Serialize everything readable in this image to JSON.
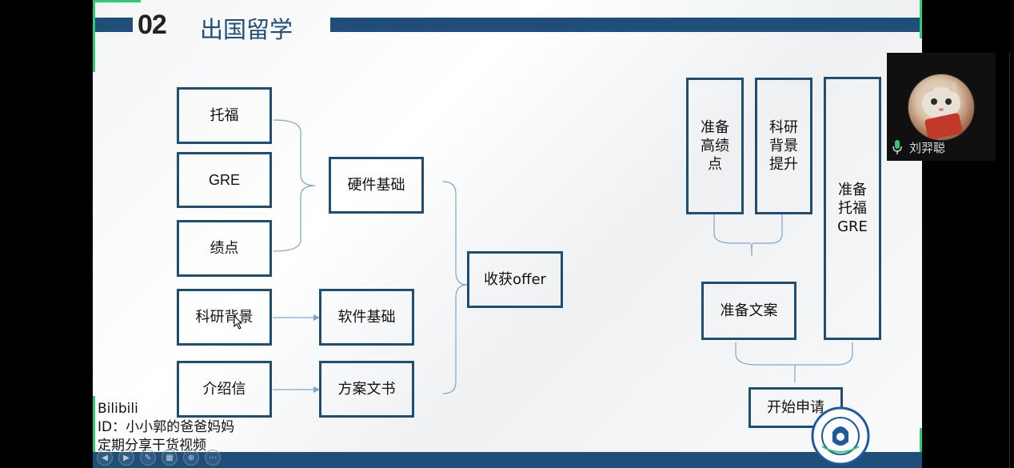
{
  "slide": {
    "number": "02",
    "title": "出国留学",
    "accent_color": "#1f4e79",
    "frame_color": "#2ecc71"
  },
  "left_diagram": {
    "items": [
      "托福",
      "GRE",
      "绩点",
      "科研背景",
      "介绍信"
    ],
    "hardware_label": "硬件基础",
    "software_label": "软件基础",
    "plan_label": "方案文书",
    "result_label": "收获offer"
  },
  "right_diagram": {
    "gpa_box": "准备\n高绩\n点",
    "research_box": "科研\n背景\n提升",
    "test_box": "准备\n托福\nGRE",
    "documents_box": "准备文案",
    "apply_box": "开始申请"
  },
  "watermark": {
    "line1": "Bilibili",
    "line2": "ID：小小郭的爸爸妈妈",
    "line3": "定期分享干货视频"
  },
  "presenter": {
    "name": "刘羿聪",
    "mic_icon": "microphone-icon"
  },
  "slideshow_controls": [
    "prev-icon",
    "next-icon",
    "pen-icon",
    "slides-icon",
    "zoom-icon",
    "more-icon"
  ]
}
